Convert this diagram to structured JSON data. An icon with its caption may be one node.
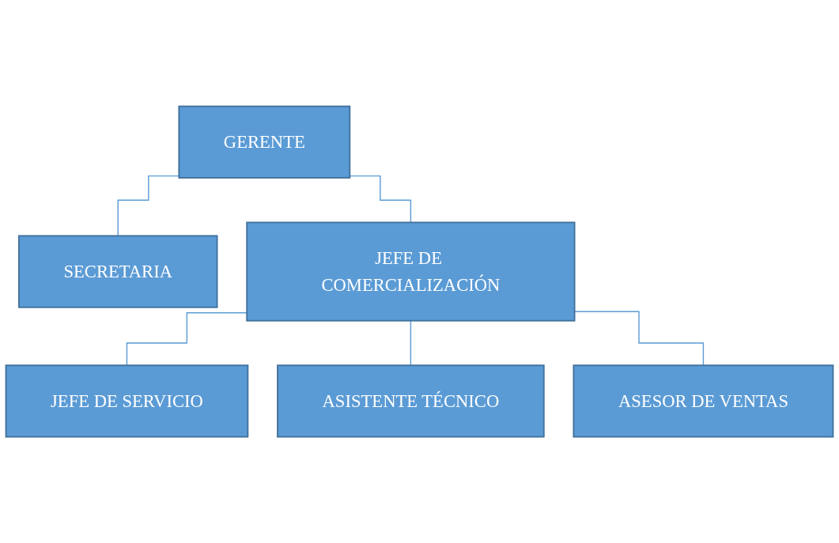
{
  "diagram": {
    "nodes": [
      {
        "text": [
          "GERENTE"
        ]
      },
      {
        "text": [
          "SECRETARIA"
        ]
      },
      {
        "text": [
          "JEFE DE COMERCIALIZACIÓN"
        ]
      },
      {
        "text": [
          "JEFE DE SERVICIO"
        ]
      },
      {
        "text": [
          "ASISTENTE TÉCNICO"
        ]
      },
      {
        "text": [
          "ASESOR DE VENTAS"
        ]
      }
    ],
    "edges": [
      {
        "from": 0,
        "to": 2,
        "arrow": "none"
      },
      {
        "from": 0,
        "to": 1,
        "arrow": "none"
      },
      {
        "from": 2,
        "to": 3,
        "arrow": "none"
      },
      {
        "from": 2,
        "to": 4,
        "arrow": "none"
      },
      {
        "from": 2,
        "to": 5,
        "arrow": "none"
      }
    ]
  }
}
